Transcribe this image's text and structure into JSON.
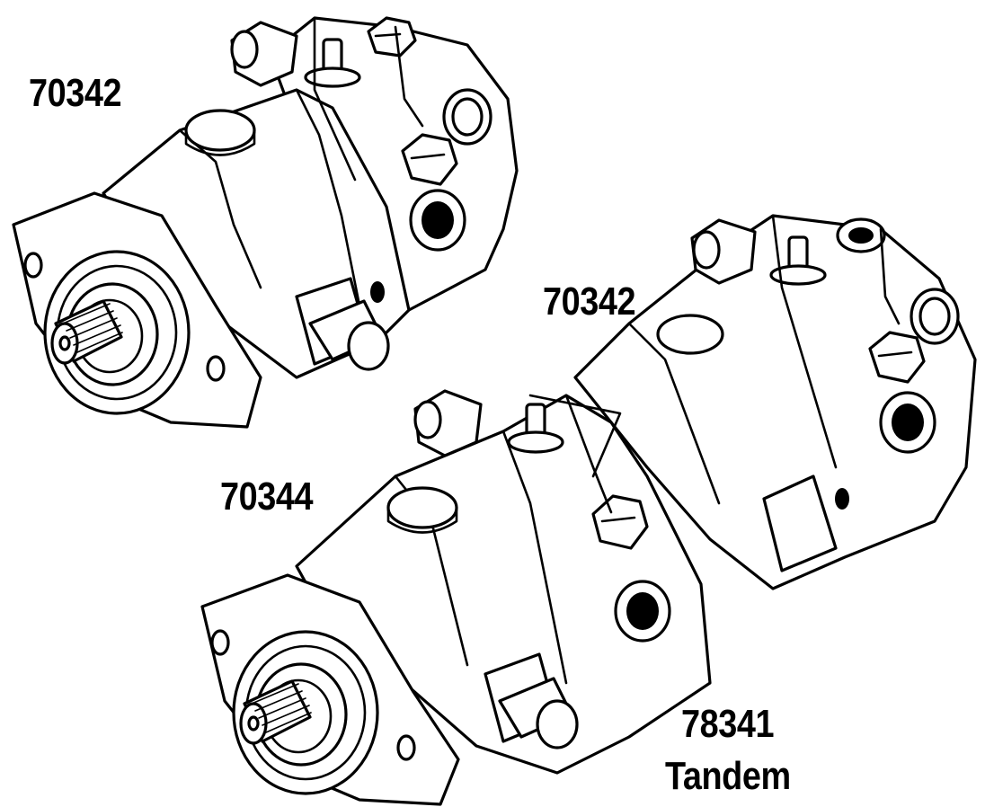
{
  "labels": {
    "single_top": "70342",
    "tandem_rear": "70342",
    "tandem_front": "70344",
    "tandem_part": "78341",
    "tandem_word": "Tandem"
  }
}
